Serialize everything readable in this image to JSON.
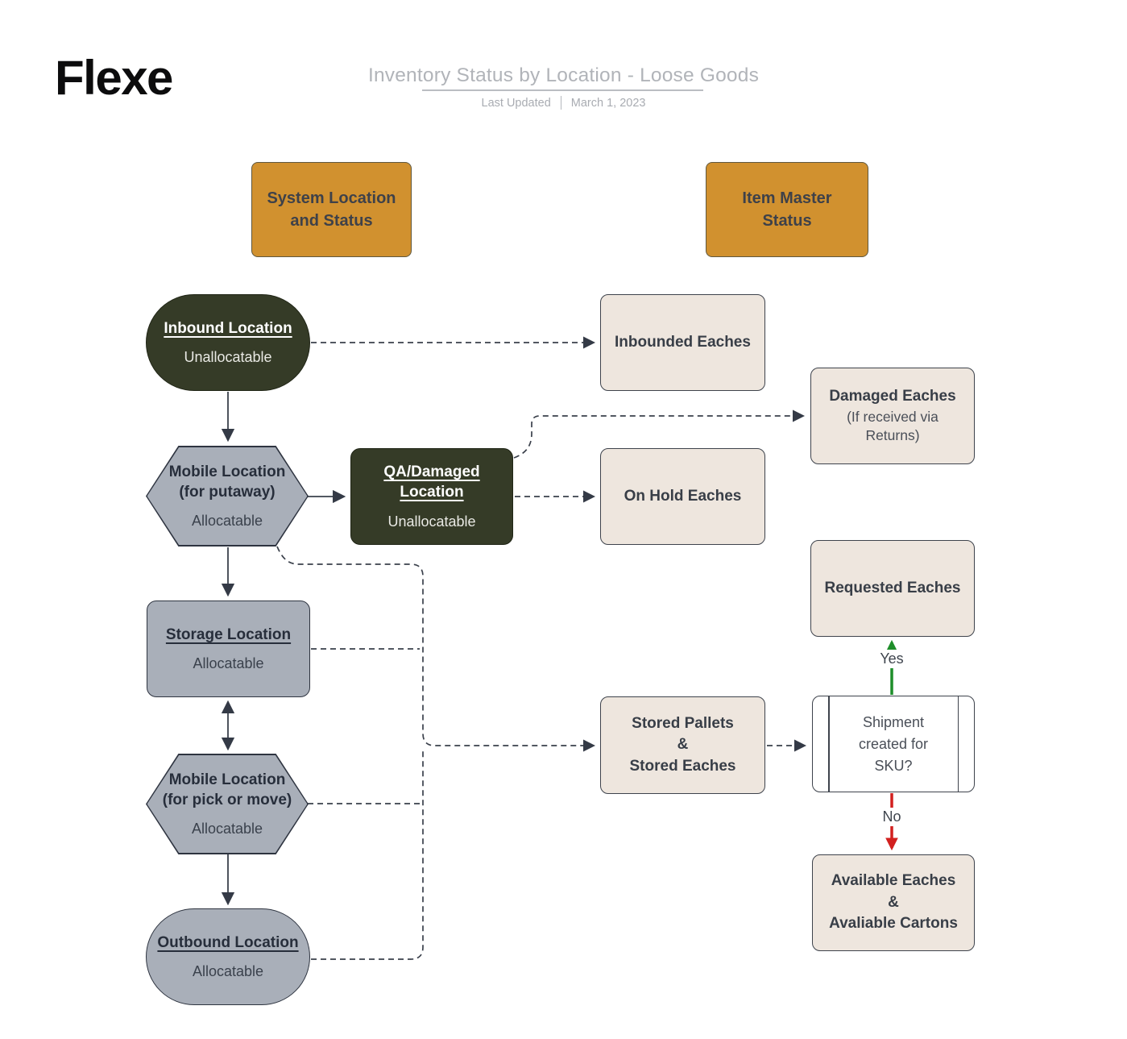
{
  "logo": "Flexe",
  "header": {
    "title": "Inventory Status by Location - Loose Goods",
    "updated_label": "Last Updated",
    "updated_date": "March 1, 2023"
  },
  "column_headers": {
    "system": "System Location and Status",
    "item_master": "Item Master Status"
  },
  "system_nodes": {
    "inbound": {
      "title": "Inbound Location",
      "status": "Unallocatable"
    },
    "mobile_putaway": {
      "title": "Mobile Location (for putaway)",
      "status": "Allocatable"
    },
    "qa_damaged": {
      "title": "QA/Damaged Location",
      "status": "Unallocatable"
    },
    "storage": {
      "title": "Storage Location",
      "status": "Allocatable"
    },
    "mobile_pick_move": {
      "title": "Mobile Location (for pick or move)",
      "status": "Allocatable"
    },
    "outbound": {
      "title": "Outbound Location",
      "status": "Allocatable"
    }
  },
  "item_nodes": {
    "inbounded_eaches": {
      "label": "Inbounded Eaches"
    },
    "damaged_eaches": {
      "label": "Damaged Eaches",
      "note": "(If received via Returns)"
    },
    "on_hold_eaches": {
      "label": "On Hold Eaches"
    },
    "requested_eaches": {
      "label": "Requested Eaches"
    },
    "stored": {
      "line1": "Stored Pallets",
      "line2": "&",
      "line3": "Stored Eaches"
    },
    "shipment_question": {
      "label": "Shipment created for SKU?"
    },
    "available": {
      "line1": "Available Eaches",
      "line2": "&",
      "line3": "Avaliable Cartons"
    }
  },
  "edge_labels": {
    "yes": "Yes",
    "no": "No"
  },
  "colors": {
    "olive_shape": "#353B27",
    "gray_shape": "#A9AFB9",
    "beige_box": "#EEE6DE",
    "orange_header": "#D1912F",
    "connector": "#3A404B",
    "yes_green": "#1E8E2A",
    "no_red": "#D2201F"
  }
}
